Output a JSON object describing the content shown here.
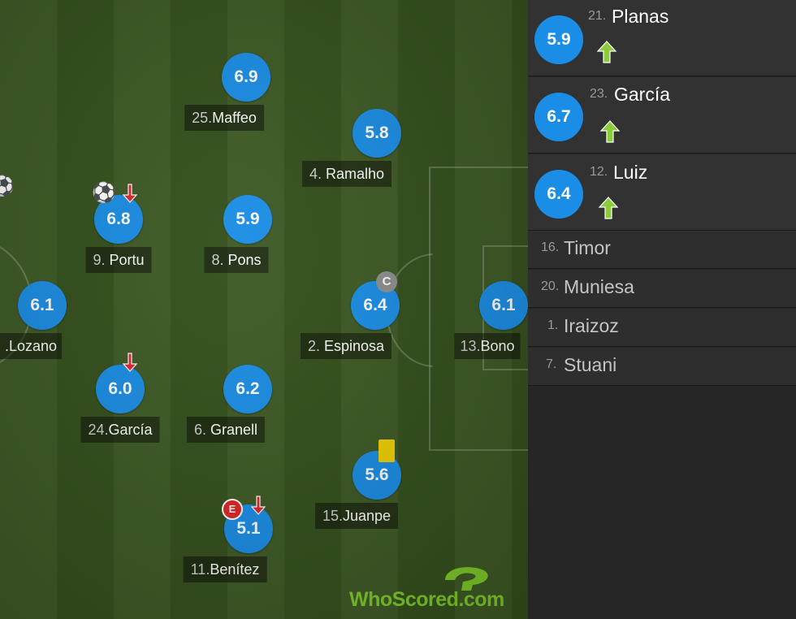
{
  "players": [
    {
      "id": "lozano",
      "num": "",
      "name": ".Lozano",
      "rating": "6.1"
    },
    {
      "id": "portu",
      "num": "9.",
      "name": "Portu",
      "rating": "6.8"
    },
    {
      "id": "garcia24",
      "num": "24.",
      "name": "García",
      "rating": "6.0"
    },
    {
      "id": "maffeo",
      "num": "25.",
      "name": "Maffeo",
      "rating": "6.9"
    },
    {
      "id": "pons",
      "num": "8.",
      "name": "Pons",
      "rating": "5.9"
    },
    {
      "id": "granell",
      "num": "6.",
      "name": "Granell",
      "rating": "6.2"
    },
    {
      "id": "benitez",
      "num": "11.",
      "name": "Benítez",
      "rating": "5.1"
    },
    {
      "id": "ramalho",
      "num": "4.",
      "name": "Ramalho",
      "rating": "5.8"
    },
    {
      "id": "espinosa",
      "num": "2.",
      "name": "Espinosa",
      "rating": "6.4"
    },
    {
      "id": "juanpe",
      "num": "15.",
      "name": "Juanpe",
      "rating": "5.6"
    },
    {
      "id": "bono",
      "num": "13.",
      "name": "Bono",
      "rating": "6.1"
    }
  ],
  "badges": {
    "captain": "C",
    "error": "E"
  },
  "logo": {
    "text": "WhoScored.com",
    "colors": {
      "green": "#7ecb2a"
    }
  },
  "substitutes": [
    {
      "num": "21.",
      "name": "Planas",
      "rating": "5.9",
      "icon": "sub-on-arrow-icon"
    },
    {
      "num": "23.",
      "name": "García",
      "rating": "6.7",
      "icon": "sub-on-arrow-icon"
    },
    {
      "num": "12.",
      "name": "Luiz",
      "rating": "6.4",
      "icon": "sub-on-arrow-icon"
    },
    {
      "num": "16.",
      "name": "Timor"
    },
    {
      "num": "20.",
      "name": "Muniesa"
    },
    {
      "num": "1.",
      "name": "Iraizoz"
    },
    {
      "num": "7.",
      "name": "Stuani"
    }
  ],
  "colors": {
    "rating_blue": "#1a8ee6",
    "sub_off_red": "#e0242f",
    "sub_on_green": "#8ccb3a",
    "yellow_card": "#f0d000"
  }
}
